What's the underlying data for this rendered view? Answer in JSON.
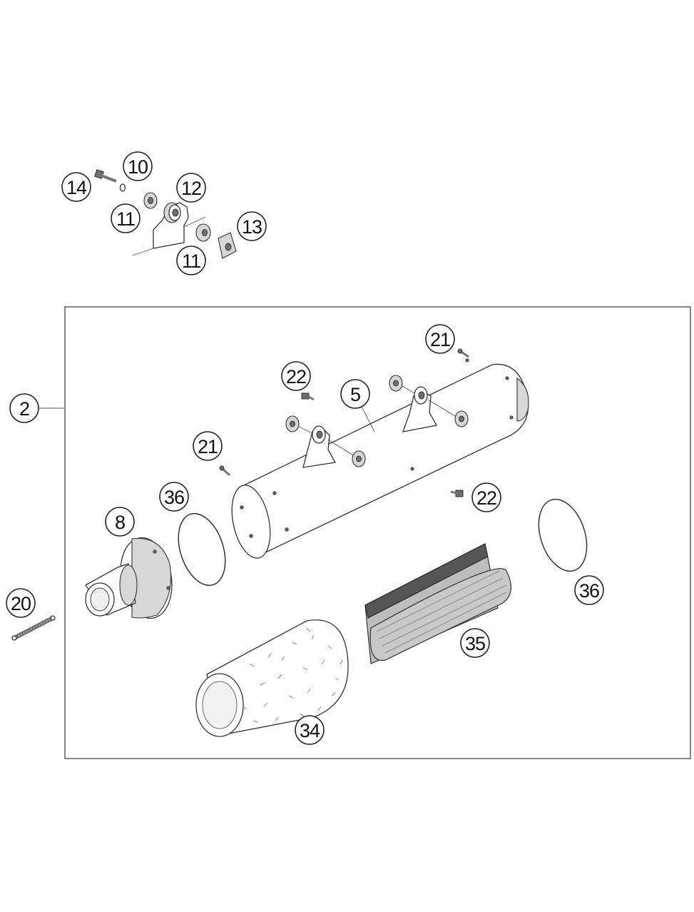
{
  "callouts": [
    {
      "id": "c14a",
      "label": "14"
    },
    {
      "id": "c10",
      "label": "10"
    },
    {
      "id": "c12",
      "label": "12"
    },
    {
      "id": "c11a",
      "label": "11"
    },
    {
      "id": "c13",
      "label": "13"
    },
    {
      "id": "c11b",
      "label": "11"
    },
    {
      "id": "c2",
      "label": "2"
    },
    {
      "id": "c21a",
      "label": "21"
    },
    {
      "id": "c22a",
      "label": "22"
    },
    {
      "id": "c5",
      "label": "5"
    },
    {
      "id": "c21b",
      "label": "21"
    },
    {
      "id": "c36a",
      "label": "36"
    },
    {
      "id": "c8",
      "label": "8"
    },
    {
      "id": "c22b",
      "label": "22"
    },
    {
      "id": "c36b",
      "label": "36"
    },
    {
      "id": "c20",
      "label": "20"
    },
    {
      "id": "c35",
      "label": "35"
    },
    {
      "id": "c34",
      "label": "34"
    }
  ]
}
